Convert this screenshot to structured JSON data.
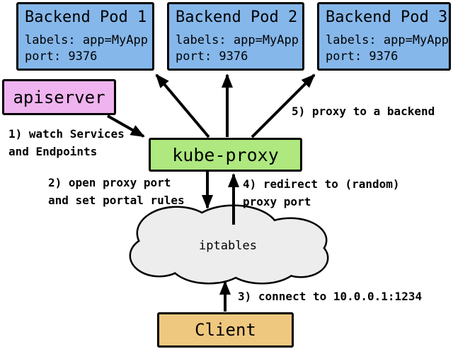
{
  "diagram": {
    "pods": [
      {
        "title": "Backend Pod 1",
        "labels_line": "labels: app=MyApp",
        "port_line": "port: 9376"
      },
      {
        "title": "Backend Pod 2",
        "labels_line": "labels: app=MyApp",
        "port_line": "port: 9376"
      },
      {
        "title": "Backend Pod 3",
        "labels_line": "labels: app=MyApp",
        "port_line": "port: 9376"
      }
    ],
    "apiserver": {
      "label": "apiserver"
    },
    "kube_proxy": {
      "label": "kube-proxy"
    },
    "iptables": {
      "label": "iptables"
    },
    "client": {
      "label": "Client"
    },
    "annotations": [
      {
        "text": "1) watch Services\nand Endpoints"
      },
      {
        "text": "2) open proxy port\nand set portal rules"
      },
      {
        "text": "3) connect to 10.0.0.1:1234"
      },
      {
        "text": "4) redirect to (random)\nproxy port"
      },
      {
        "text": "5) proxy to a backend"
      }
    ],
    "colors": {
      "pod": "#85b7ea",
      "apiserver": "#efb3ef",
      "kube_proxy": "#aee87f",
      "client": "#efc87f",
      "cloud": "#ededed",
      "line": "#000000"
    }
  }
}
